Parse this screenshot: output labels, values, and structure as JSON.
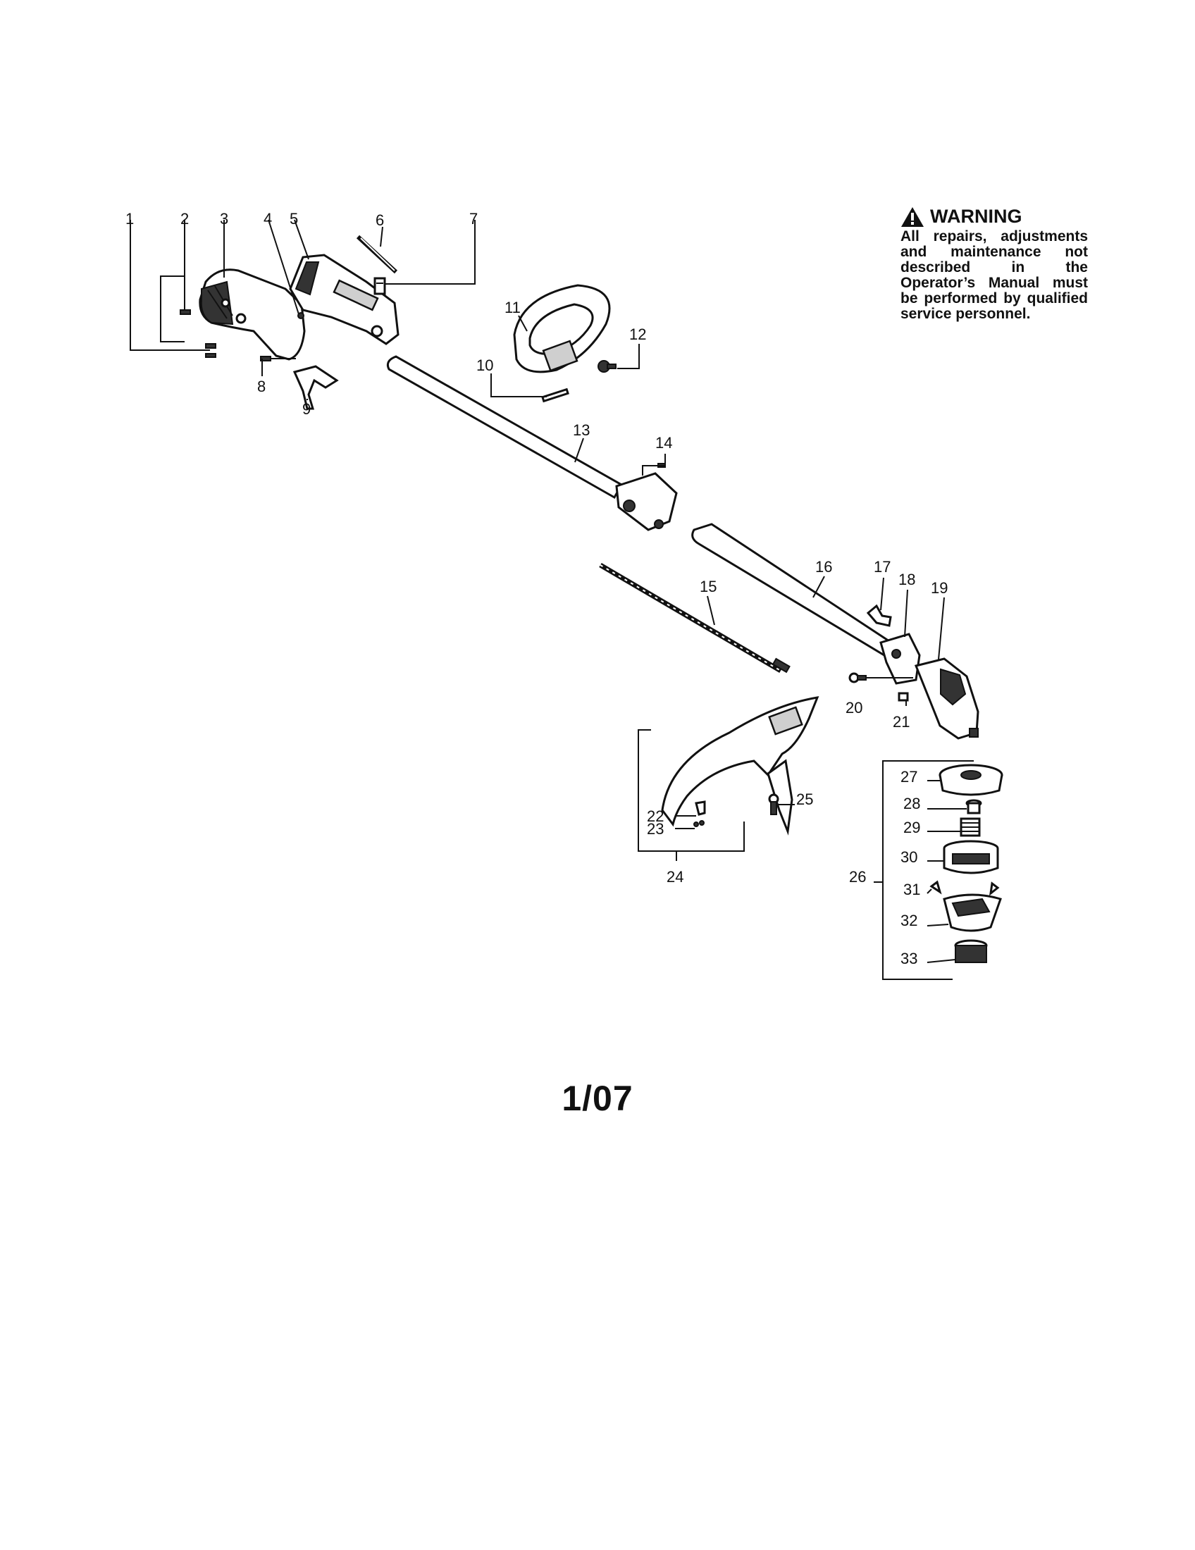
{
  "warning": {
    "icon": "warning-triangle-icon",
    "title": "WARNING",
    "text": "All repairs, adjustments and maintenance not described in the Operator’s Manual must be performed by qualified service personnel."
  },
  "page_number": "1/07",
  "callouts": {
    "c1": "1",
    "c2": "2",
    "c3": "3",
    "c4": "4",
    "c5": "5",
    "c6": "6",
    "c7": "7",
    "c8": "8",
    "c9": "9",
    "c10": "10",
    "c11": "11",
    "c12": "12",
    "c13": "13",
    "c14": "14",
    "c15": "15",
    "c16": "16",
    "c17": "17",
    "c18": "18",
    "c19": "19",
    "c20": "20",
    "c21": "21",
    "c22": "22",
    "c23": "23",
    "c24": "24",
    "c25": "25",
    "c26": "26",
    "c27": "27",
    "c28": "28",
    "c29": "29",
    "c30": "30",
    "c31": "31",
    "c32": "32",
    "c33": "33"
  }
}
